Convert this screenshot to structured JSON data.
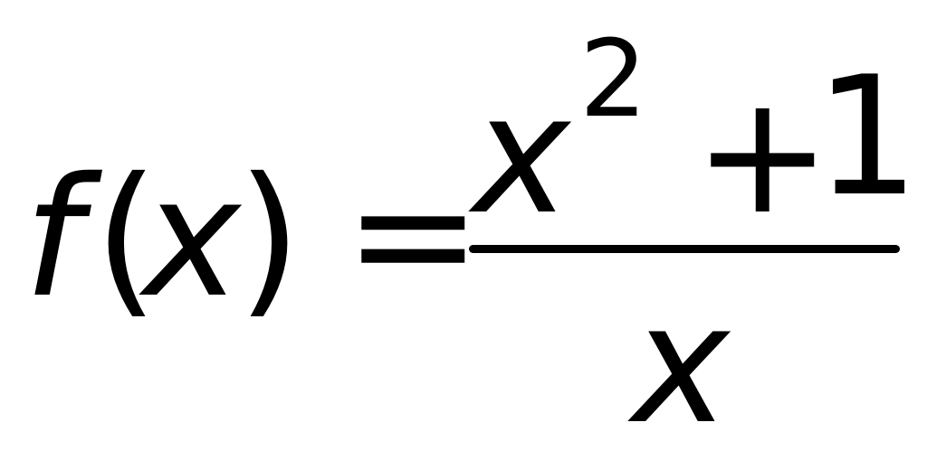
{
  "equation": {
    "lhs": {
      "function_name": "f",
      "open_paren": "(",
      "variable": "x",
      "close_paren": ")"
    },
    "equals": "=",
    "fraction": {
      "numerator": {
        "base": "x",
        "exponent": "2",
        "operator": "+",
        "constant": "1"
      },
      "denominator": {
        "variable": "x"
      }
    }
  }
}
